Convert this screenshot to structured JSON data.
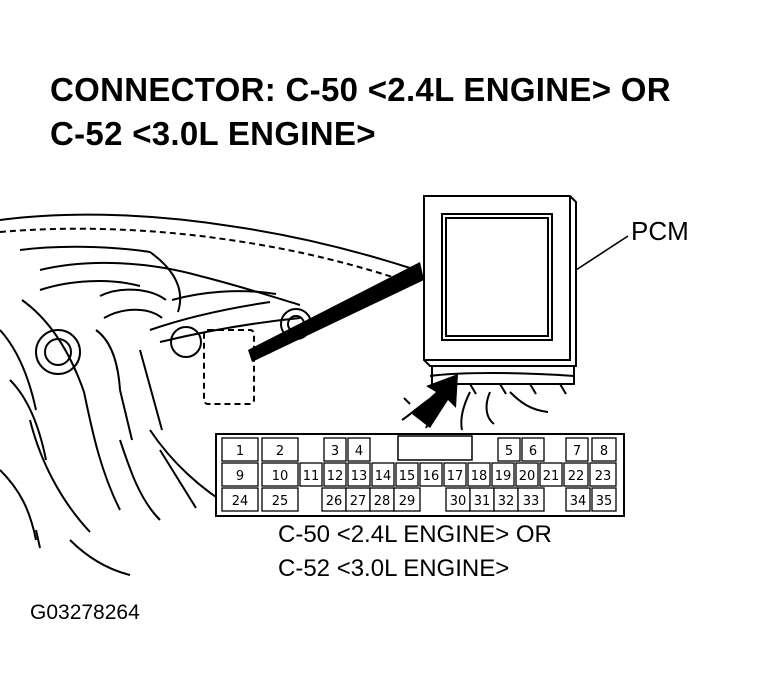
{
  "title": {
    "line1": "CONNECTOR: C-50 <2.4L ENGINE> OR",
    "line2": "C-52 <3.0L ENGINE>"
  },
  "pcm_label": "PCM",
  "connector_caption": {
    "line1": "C-50 <2.4L ENGINE> OR",
    "line2": "C-52 <3.0L ENGINE>"
  },
  "figure_id": "G03278264",
  "connector": {
    "rows": [
      [
        "1",
        "2",
        "",
        "",
        "3",
        "4",
        "",
        "",
        "",
        "",
        "",
        "",
        "5",
        "6",
        "",
        "7",
        "8"
      ],
      [
        "9",
        "10",
        "11",
        "12",
        "13",
        "14",
        "15",
        "16",
        "17",
        "18",
        "19",
        "20",
        "21",
        "22",
        "23"
      ],
      [
        "24",
        "25",
        "",
        "26",
        "27",
        "28",
        "29",
        "",
        "",
        "30",
        "31",
        "32",
        "33",
        "",
        "34",
        "35"
      ]
    ]
  }
}
